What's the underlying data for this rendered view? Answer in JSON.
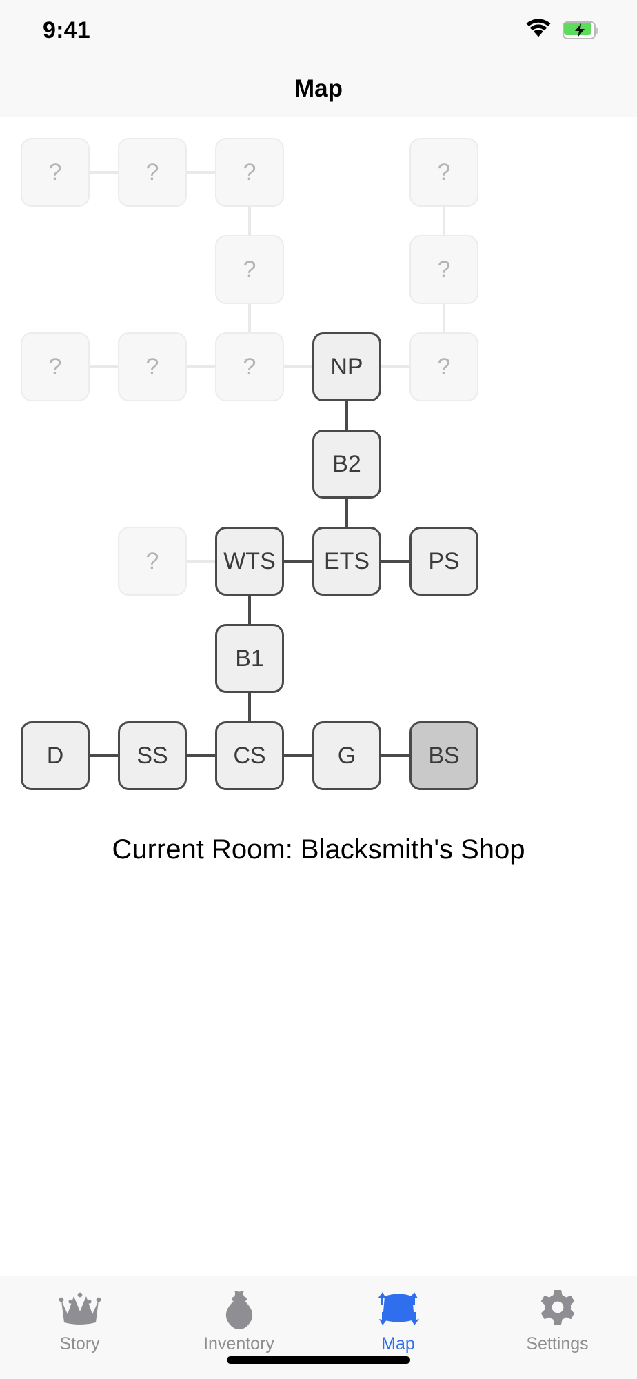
{
  "status_bar": {
    "time": "9:41",
    "wifi_icon": "wifi-icon",
    "battery_icon": "battery-charging-icon"
  },
  "nav": {
    "title": "Map"
  },
  "map": {
    "caption_prefix": "Current Room:",
    "caption": "Current Room: Blacksmith's Shop",
    "current_room_name": "Blacksmith's Shop",
    "current_room_code": "BS",
    "unexplored_label": "?",
    "colors": {
      "visited_border": "#4a4a4a",
      "visited_fill": "#efefef",
      "current_fill": "#c9c9c9",
      "unexplored_fill": "#f7f7f7",
      "unexplored_border": "#ececec",
      "edge_lit": "#4a4a4a",
      "edge_dim": "#e9e9e9",
      "accent": "#2f6fed"
    },
    "rooms": [
      {
        "code": "?",
        "label": "?",
        "col": 1,
        "row": 1,
        "state": "unexplored"
      },
      {
        "code": "?",
        "label": "?",
        "col": 2,
        "row": 1,
        "state": "unexplored"
      },
      {
        "code": "?",
        "label": "?",
        "col": 3,
        "row": 1,
        "state": "unexplored"
      },
      {
        "code": "?",
        "label": "?",
        "col": 5,
        "row": 1,
        "state": "unexplored"
      },
      {
        "code": "?",
        "label": "?",
        "col": 3,
        "row": 2,
        "state": "unexplored"
      },
      {
        "code": "?",
        "label": "?",
        "col": 5,
        "row": 2,
        "state": "unexplored"
      },
      {
        "code": "?",
        "label": "?",
        "col": 1,
        "row": 3,
        "state": "unexplored"
      },
      {
        "code": "?",
        "label": "?",
        "col": 2,
        "row": 3,
        "state": "unexplored"
      },
      {
        "code": "?",
        "label": "?",
        "col": 3,
        "row": 3,
        "state": "unexplored"
      },
      {
        "code": "NP",
        "label": "NP",
        "col": 4,
        "row": 3,
        "state": "visited"
      },
      {
        "code": "?",
        "label": "?",
        "col": 5,
        "row": 3,
        "state": "unexplored"
      },
      {
        "code": "B2",
        "label": "B2",
        "col": 4,
        "row": 4,
        "state": "visited"
      },
      {
        "code": "?",
        "label": "?",
        "col": 2,
        "row": 5,
        "state": "unexplored"
      },
      {
        "code": "WTS",
        "label": "WTS",
        "col": 3,
        "row": 5,
        "state": "visited"
      },
      {
        "code": "ETS",
        "label": "ETS",
        "col": 4,
        "row": 5,
        "state": "visited"
      },
      {
        "code": "PS",
        "label": "PS",
        "col": 5,
        "row": 5,
        "state": "visited"
      },
      {
        "code": "B1",
        "label": "B1",
        "col": 3,
        "row": 6,
        "state": "visited"
      },
      {
        "code": "D",
        "label": "D",
        "col": 1,
        "row": 7,
        "state": "visited"
      },
      {
        "code": "SS",
        "label": "SS",
        "col": 2,
        "row": 7,
        "state": "visited"
      },
      {
        "code": "CS",
        "label": "CS",
        "col": 3,
        "row": 7,
        "state": "visited"
      },
      {
        "code": "G",
        "label": "G",
        "col": 4,
        "row": 7,
        "state": "visited"
      },
      {
        "code": "BS",
        "label": "BS",
        "col": 5,
        "row": 7,
        "state": "current"
      }
    ],
    "edges": [
      {
        "from": [
          1,
          1
        ],
        "to": [
          2,
          1
        ],
        "dir": "h",
        "state": "dim"
      },
      {
        "from": [
          2,
          1
        ],
        "to": [
          3,
          1
        ],
        "dir": "h",
        "state": "dim"
      },
      {
        "from": [
          3,
          1
        ],
        "to": [
          3,
          2
        ],
        "dir": "v",
        "state": "dim"
      },
      {
        "from": [
          5,
          1
        ],
        "to": [
          5,
          2
        ],
        "dir": "v",
        "state": "dim"
      },
      {
        "from": [
          3,
          2
        ],
        "to": [
          3,
          3
        ],
        "dir": "v",
        "state": "dim"
      },
      {
        "from": [
          5,
          2
        ],
        "to": [
          5,
          3
        ],
        "dir": "v",
        "state": "dim"
      },
      {
        "from": [
          1,
          3
        ],
        "to": [
          2,
          3
        ],
        "dir": "h",
        "state": "dim"
      },
      {
        "from": [
          2,
          3
        ],
        "to": [
          3,
          3
        ],
        "dir": "h",
        "state": "dim"
      },
      {
        "from": [
          3,
          3
        ],
        "to": [
          4,
          3
        ],
        "dir": "h",
        "state": "dim"
      },
      {
        "from": [
          4,
          3
        ],
        "to": [
          5,
          3
        ],
        "dir": "h",
        "state": "dim"
      },
      {
        "from": [
          4,
          3
        ],
        "to": [
          4,
          4
        ],
        "dir": "v",
        "state": "lit"
      },
      {
        "from": [
          4,
          4
        ],
        "to": [
          4,
          5
        ],
        "dir": "v",
        "state": "lit"
      },
      {
        "from": [
          2,
          5
        ],
        "to": [
          3,
          5
        ],
        "dir": "h",
        "state": "dim"
      },
      {
        "from": [
          3,
          5
        ],
        "to": [
          4,
          5
        ],
        "dir": "h",
        "state": "lit"
      },
      {
        "from": [
          4,
          5
        ],
        "to": [
          5,
          5
        ],
        "dir": "h",
        "state": "lit"
      },
      {
        "from": [
          3,
          5
        ],
        "to": [
          3,
          6
        ],
        "dir": "v",
        "state": "lit"
      },
      {
        "from": [
          3,
          6
        ],
        "to": [
          3,
          7
        ],
        "dir": "v",
        "state": "lit"
      },
      {
        "from": [
          1,
          7
        ],
        "to": [
          2,
          7
        ],
        "dir": "h",
        "state": "lit"
      },
      {
        "from": [
          2,
          7
        ],
        "to": [
          3,
          7
        ],
        "dir": "h",
        "state": "lit"
      },
      {
        "from": [
          3,
          7
        ],
        "to": [
          4,
          7
        ],
        "dir": "h",
        "state": "lit"
      },
      {
        "from": [
          4,
          7
        ],
        "to": [
          5,
          7
        ],
        "dir": "h",
        "state": "lit"
      }
    ]
  },
  "tabbar": {
    "tabs": [
      {
        "label": "Story",
        "icon": "crown-icon",
        "active": false
      },
      {
        "label": "Inventory",
        "icon": "money-bag-icon",
        "active": false
      },
      {
        "label": "Map",
        "icon": "map-icon",
        "active": true
      },
      {
        "label": "Settings",
        "icon": "gear-icon",
        "active": false
      }
    ]
  }
}
